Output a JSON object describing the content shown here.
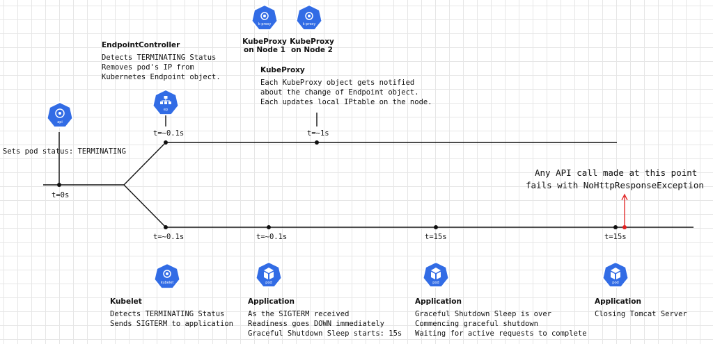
{
  "events": {
    "api": {
      "line1": "Sets pod status: TERMINATING",
      "time": "t=0s",
      "icon_text": "api"
    },
    "endpoint_controller": {
      "title": "EndpointController",
      "lines": [
        "Detects TERMINATING Status",
        "Removes pod's IP from",
        "Kubernetes Endpoint object."
      ],
      "time": "t=~0.1s",
      "icon_text": "ep"
    },
    "kubeproxy": {
      "node1_label": [
        "KubeProxy",
        "on Node 1"
      ],
      "node2_label": [
        "KubeProxy",
        "on Node 2"
      ],
      "title": "KubeProxy",
      "lines": [
        "Each KubeProxy object gets notified",
        "about the change of Endpoint object.",
        "Each updates local IPtable on the node."
      ],
      "time": "t=~1s",
      "icon_text": "k-proxy"
    },
    "kubelet": {
      "title": "Kubelet",
      "lines": [
        "Detects TERMINATING Status",
        "Sends SIGTERM to application"
      ],
      "time": "t=~0.1s",
      "icon_text": "kubelet"
    },
    "app_sigterm": {
      "title": "Application",
      "lines": [
        "As the SIGTERM received",
        "Readiness goes DOWN immediately",
        "Graceful Shutdown Sleep starts: 15s"
      ],
      "time": "t=~0.1s",
      "icon_text": "pod"
    },
    "app_shutdown": {
      "title": "Application",
      "lines": [
        "Graceful Shutdown Sleep is over",
        "Commencing graceful shutdown",
        "Waiting for active requests to complete"
      ],
      "time": "t=15s",
      "icon_text": "pod"
    },
    "app_close": {
      "title": "Application",
      "lines": [
        "Closing Tomcat Server"
      ],
      "time": "t=15s",
      "icon_text": "pod"
    },
    "warning": {
      "lines": [
        "Any API call made at this point",
        "fails with NoHttpResponseException"
      ]
    }
  },
  "colors": {
    "icon_fill": "#326ce5",
    "warning": "#e02020",
    "line": "#111111"
  }
}
